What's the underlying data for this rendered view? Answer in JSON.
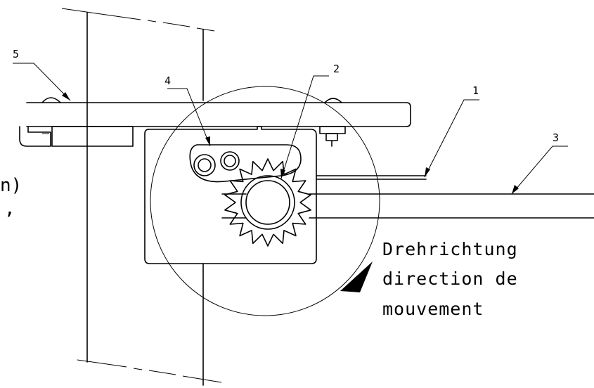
{
  "callouts": [
    {
      "number": "1",
      "target": "rotation-plate"
    },
    {
      "number": "2",
      "target": "pinion-gear"
    },
    {
      "number": "3",
      "target": "drive-shaft"
    },
    {
      "number": "4",
      "target": "pin-pair"
    },
    {
      "number": "5",
      "target": "mounting-plate"
    }
  ],
  "rotation_note": {
    "line1": "Drehrichtung",
    "line2": "direction de",
    "line3": "mouvement"
  },
  "cropped_text": {
    "fragment1": "n)",
    "fragment2": ","
  }
}
